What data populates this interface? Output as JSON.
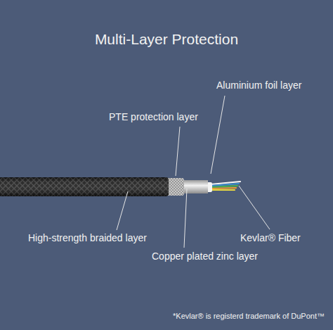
{
  "diagram": {
    "title": "Multi-Layer Protection",
    "labels": [
      "Aluminium foil layer",
      "PTE protection layer",
      "High-strength braided layer",
      "Kevlar® Fiber",
      "Copper plated zinc layer",
      "*Kevlar® is registerd trademark of DuPont™"
    ]
  }
}
